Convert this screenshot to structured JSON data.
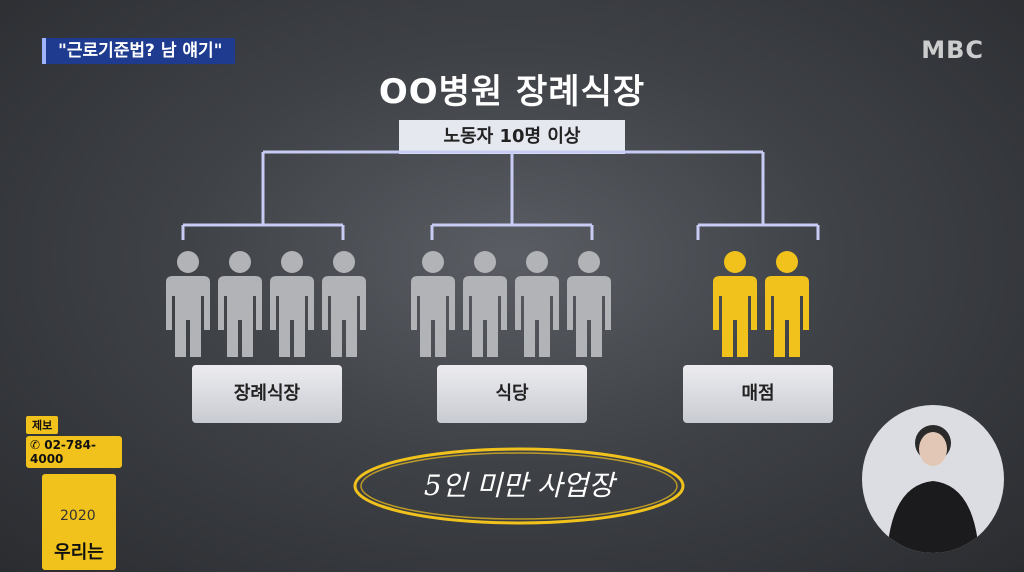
{
  "caption": "\"근로기준법? 남 얘기\"",
  "logo": "MBC",
  "title": "OO병원 장례식장",
  "root_label": "노동자 10명 이상",
  "categories": [
    {
      "label": "장례식장",
      "workers": 4
    },
    {
      "label": "식당",
      "workers": 4
    },
    {
      "label": "매점",
      "workers": 2
    }
  ],
  "colors": {
    "gray_worker": "#b2b3b6",
    "yellow_worker": "#f1c21b",
    "line": "#c8ccf5"
  },
  "note": "5인 미만 사업장",
  "tip": {
    "label": "제보",
    "phone": "02-784-4000"
  },
  "promo": {
    "year": "2020",
    "brand": "우리는"
  }
}
